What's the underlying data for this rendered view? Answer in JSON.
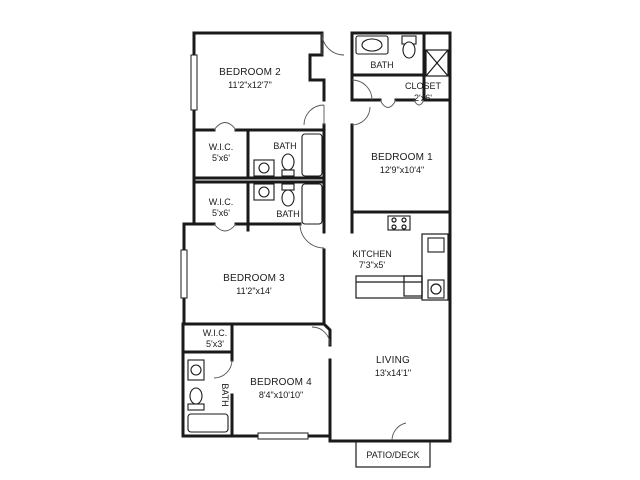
{
  "rooms": {
    "bedroom2": {
      "name": "BEDROOM 2",
      "dims": "11'2\"x12'7\""
    },
    "bedroom1": {
      "name": "BEDROOM 1",
      "dims": "12'9\"x10'4\""
    },
    "bedroom3": {
      "name": "BEDROOM 3",
      "dims": "11'2\"x14'"
    },
    "bedroom4": {
      "name": "BEDROOM 4",
      "dims": "8'4\"x10'10\""
    },
    "kitchen": {
      "name": "KITCHEN",
      "dims": "7'3\"x5'"
    },
    "living": {
      "name": "LIVING",
      "dims": "13'x14'1\""
    },
    "closet": {
      "name": "CLOSET",
      "dims": "2'x6'"
    },
    "bath_top": {
      "name": "BATH"
    },
    "bath_mid_upper": {
      "name": "BATH"
    },
    "bath_mid_lower": {
      "name": "BATH"
    },
    "bath_b4": {
      "name": "BATH"
    },
    "wic1": {
      "name": "W.I.C.",
      "dims": "5'x6'"
    },
    "wic2": {
      "name": "W.I.C.",
      "dims": "5'x6'"
    },
    "wic3": {
      "name": "W.I.C.",
      "dims": "5'x3'"
    },
    "patio": {
      "name": "PATIO/DECK"
    }
  }
}
